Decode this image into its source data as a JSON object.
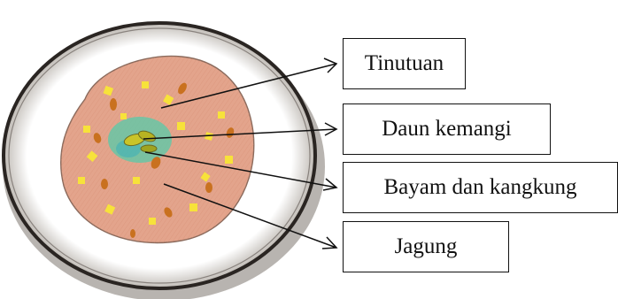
{
  "figure": {
    "labels": {
      "tinutuan": "Tinutuan",
      "daun_kemangi": "Daun kemangi",
      "bayam_kangkung": "Bayam dan kangkung",
      "jagung": "Jagung"
    },
    "icons": {
      "bowl": "bowl-icon",
      "porridge": "porridge-icon"
    },
    "colors": {
      "porridge": "#e3a48c",
      "corn": "#f7e23a",
      "pumpkin": "#c9711f",
      "greens": "#5fc8a8",
      "basil": "#c9c428",
      "rim": "#2a2522"
    }
  }
}
